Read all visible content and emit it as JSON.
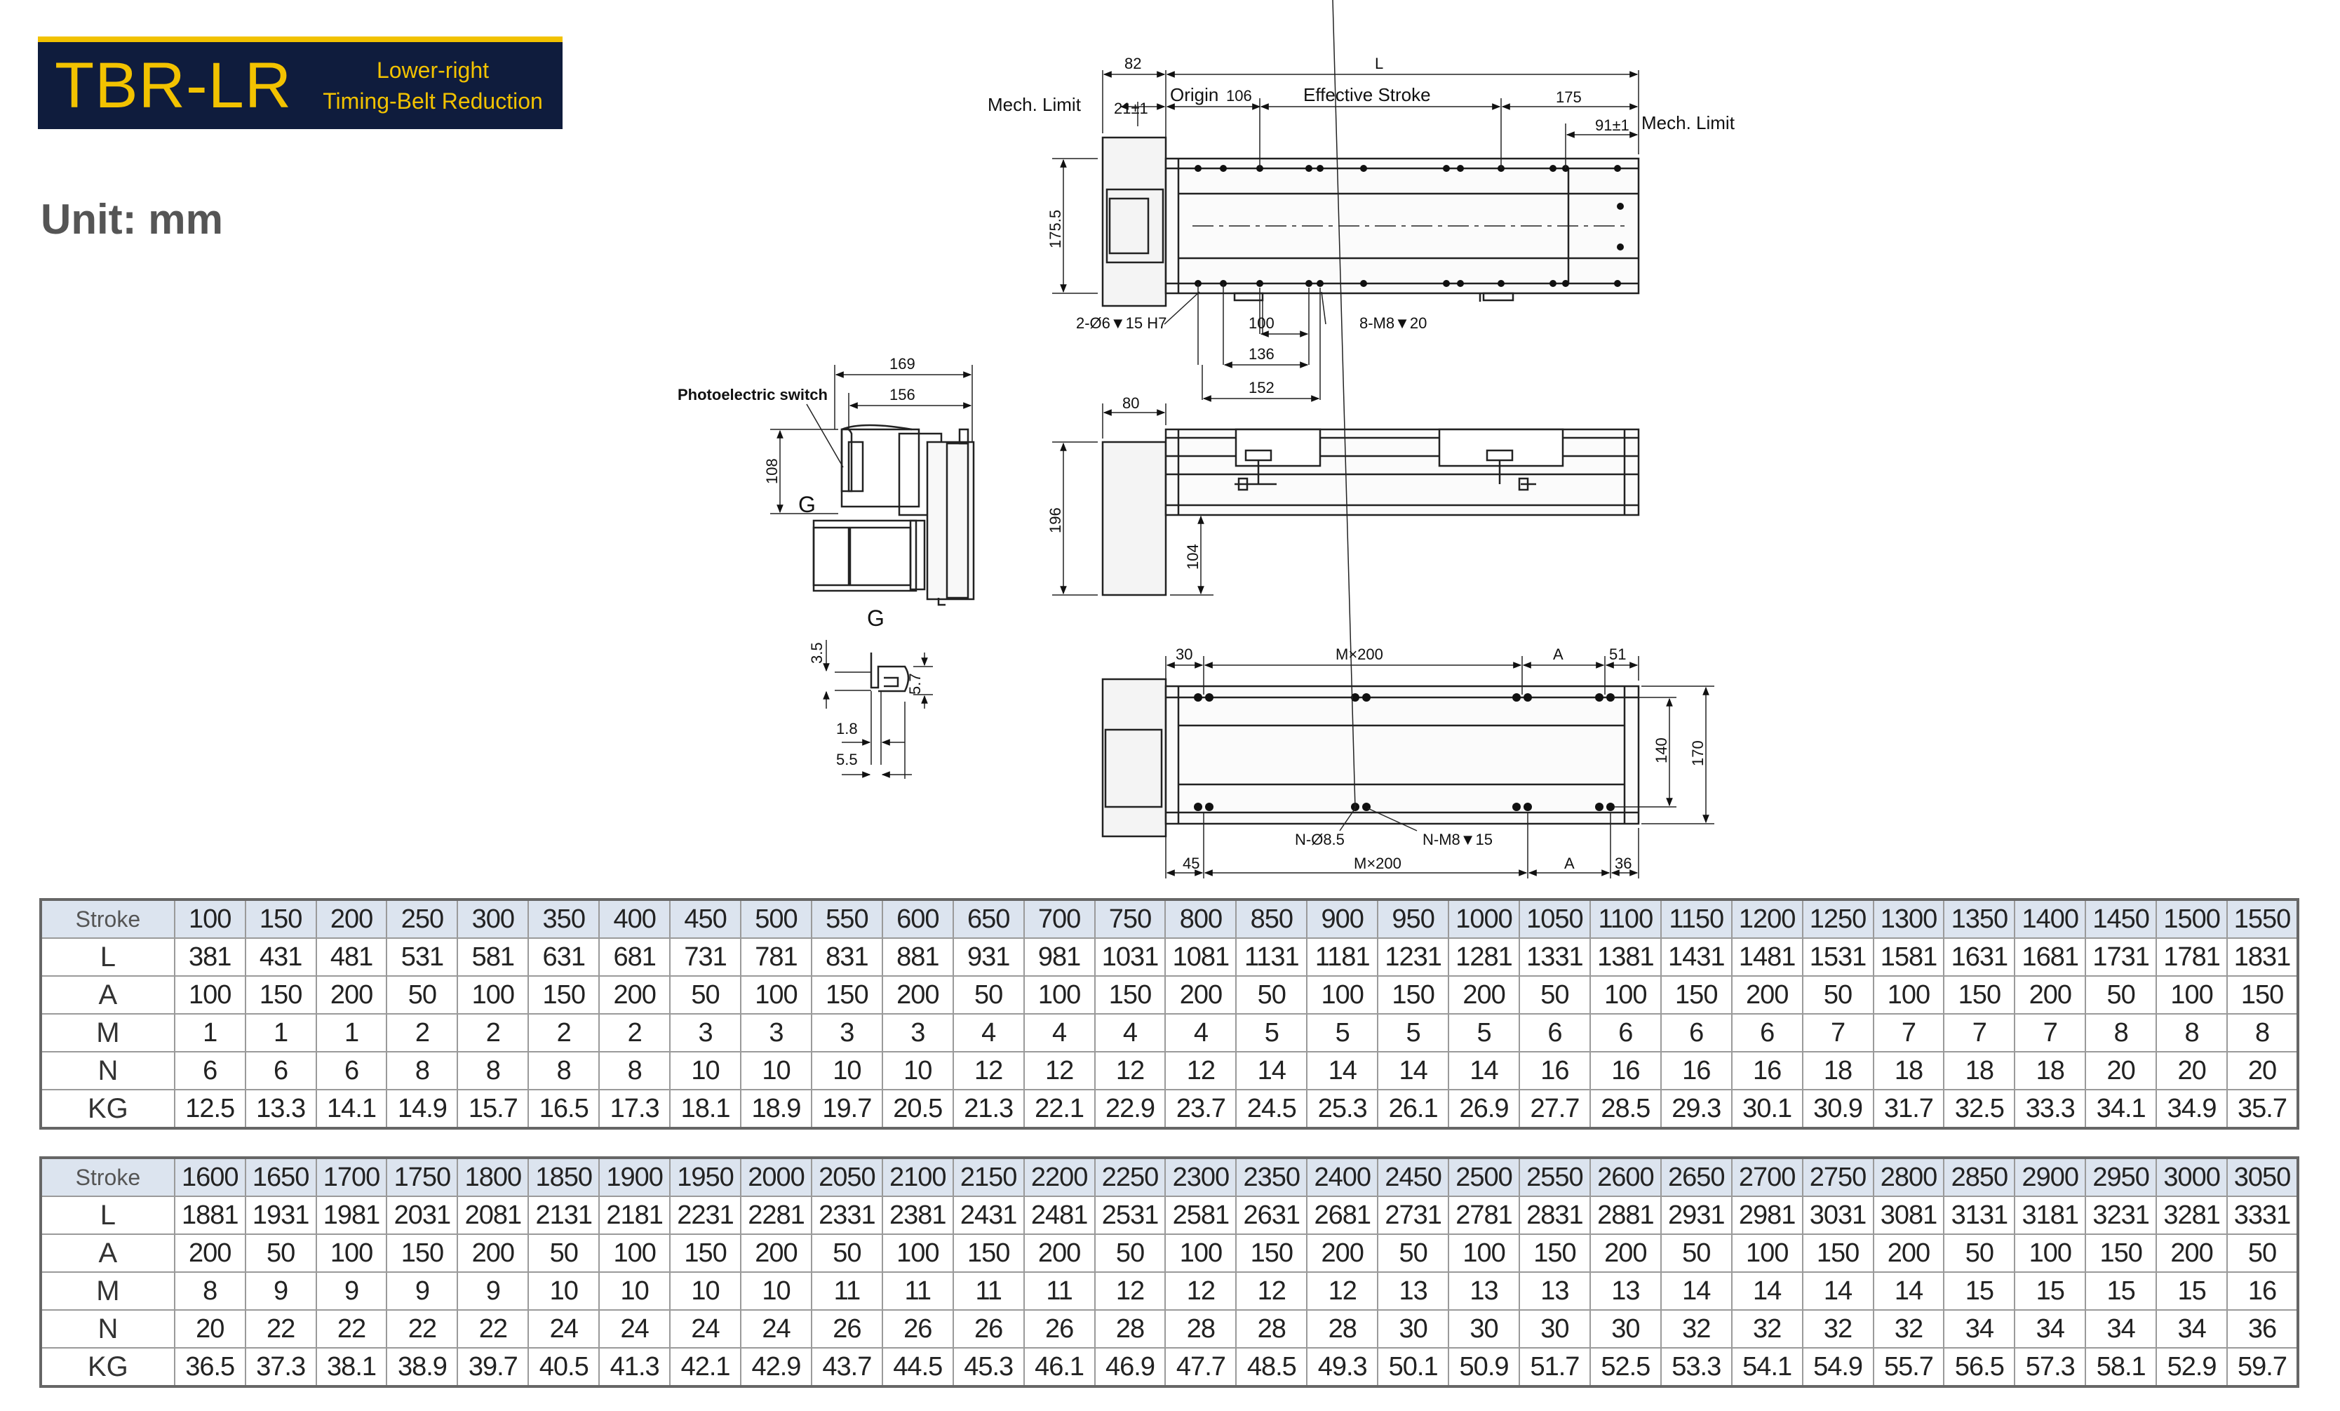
{
  "header": {
    "title": "TBR-LR",
    "subtitle_line1": "Lower-right",
    "subtitle_line2": "Timing-Belt Reduction",
    "unit": "Unit: mm"
  },
  "drawing": {
    "top_view": {
      "dim_82": "82",
      "dim_L": "L",
      "mech_limit_left": "Mech. Limit",
      "dim_21": "21±1",
      "origin": "Origin",
      "dim_106": "106",
      "effective_stroke": "Effective Stroke",
      "dim_175": "175",
      "dim_91": "91±1",
      "mech_limit_right": "Mech. Limit",
      "dim_175_5": "175.5",
      "pin_holes": "2-Ø6▼15 H7",
      "dim_100": "100",
      "tap_holes": "8-M8▼20",
      "dim_136": "136",
      "dim_152": "152"
    },
    "side_view": {
      "photoelectric_switch": "Photoelectric switch",
      "dim_169": "169",
      "dim_156": "156",
      "dim_108": "108",
      "label_g1": "G",
      "label_g2": "G",
      "dim_80": "80",
      "dim_196": "196",
      "dim_104": "104"
    },
    "detail_g": {
      "dim_3_5": "3.5",
      "dim_5_7": "5.7",
      "dim_1_8": "1.8",
      "dim_5_5": "5.5"
    },
    "bottom_view": {
      "dim_30": "30",
      "dim_mx200_top": "M×200",
      "dim_A_top": "A",
      "dim_51": "51",
      "dim_140": "140",
      "dim_170": "170",
      "holes_n_d": "N-Ø8.5",
      "holes_n_m": "N-M8▼15",
      "dim_45": "45",
      "dim_mx200_bottom": "M×200",
      "dim_A_bottom": "A",
      "dim_36": "36"
    }
  },
  "spec_tables": [
    {
      "row_labels": [
        "Stroke",
        "L",
        "A",
        "M",
        "N",
        "KG"
      ],
      "columns": [
        [
          "100",
          "381",
          "100",
          "1",
          "6",
          "12.5"
        ],
        [
          "150",
          "431",
          "150",
          "1",
          "6",
          "13.3"
        ],
        [
          "200",
          "481",
          "200",
          "1",
          "6",
          "14.1"
        ],
        [
          "250",
          "531",
          "50",
          "2",
          "8",
          "14.9"
        ],
        [
          "300",
          "581",
          "100",
          "2",
          "8",
          "15.7"
        ],
        [
          "350",
          "631",
          "150",
          "2",
          "8",
          "16.5"
        ],
        [
          "400",
          "681",
          "200",
          "2",
          "8",
          "17.3"
        ],
        [
          "450",
          "731",
          "50",
          "3",
          "10",
          "18.1"
        ],
        [
          "500",
          "781",
          "100",
          "3",
          "10",
          "18.9"
        ],
        [
          "550",
          "831",
          "150",
          "3",
          "10",
          "19.7"
        ],
        [
          "600",
          "881",
          "200",
          "3",
          "10",
          "20.5"
        ],
        [
          "650",
          "931",
          "50",
          "4",
          "12",
          "21.3"
        ],
        [
          "700",
          "981",
          "100",
          "4",
          "12",
          "22.1"
        ],
        [
          "750",
          "1031",
          "150",
          "4",
          "12",
          "22.9"
        ],
        [
          "800",
          "1081",
          "200",
          "4",
          "12",
          "23.7"
        ],
        [
          "850",
          "1131",
          "50",
          "5",
          "14",
          "24.5"
        ],
        [
          "900",
          "1181",
          "100",
          "5",
          "14",
          "25.3"
        ],
        [
          "950",
          "1231",
          "150",
          "5",
          "14",
          "26.1"
        ],
        [
          "1000",
          "1281",
          "200",
          "5",
          "14",
          "26.9"
        ],
        [
          "1050",
          "1331",
          "50",
          "6",
          "16",
          "27.7"
        ],
        [
          "1100",
          "1381",
          "100",
          "6",
          "16",
          "28.5"
        ],
        [
          "1150",
          "1431",
          "150",
          "6",
          "16",
          "29.3"
        ],
        [
          "1200",
          "1481",
          "200",
          "6",
          "16",
          "30.1"
        ],
        [
          "1250",
          "1531",
          "50",
          "7",
          "18",
          "30.9"
        ],
        [
          "1300",
          "1581",
          "100",
          "7",
          "18",
          "31.7"
        ],
        [
          "1350",
          "1631",
          "150",
          "7",
          "18",
          "32.5"
        ],
        [
          "1400",
          "1681",
          "200",
          "7",
          "18",
          "33.3"
        ],
        [
          "1450",
          "1731",
          "50",
          "8",
          "20",
          "34.1"
        ],
        [
          "1500",
          "1781",
          "100",
          "8",
          "20",
          "34.9"
        ],
        [
          "1550",
          "1831",
          "150",
          "8",
          "20",
          "35.7"
        ]
      ]
    },
    {
      "row_labels": [
        "Stroke",
        "L",
        "A",
        "M",
        "N",
        "KG"
      ],
      "columns": [
        [
          "1600",
          "1881",
          "200",
          "8",
          "20",
          "36.5"
        ],
        [
          "1650",
          "1931",
          "50",
          "9",
          "22",
          "37.3"
        ],
        [
          "1700",
          "1981",
          "100",
          "9",
          "22",
          "38.1"
        ],
        [
          "1750",
          "2031",
          "150",
          "9",
          "22",
          "38.9"
        ],
        [
          "1800",
          "2081",
          "200",
          "9",
          "22",
          "39.7"
        ],
        [
          "1850",
          "2131",
          "50",
          "10",
          "24",
          "40.5"
        ],
        [
          "1900",
          "2181",
          "100",
          "10",
          "24",
          "41.3"
        ],
        [
          "1950",
          "2231",
          "150",
          "10",
          "24",
          "42.1"
        ],
        [
          "2000",
          "2281",
          "200",
          "10",
          "24",
          "42.9"
        ],
        [
          "2050",
          "2331",
          "50",
          "11",
          "26",
          "43.7"
        ],
        [
          "2100",
          "2381",
          "100",
          "11",
          "26",
          "44.5"
        ],
        [
          "2150",
          "2431",
          "150",
          "11",
          "26",
          "45.3"
        ],
        [
          "2200",
          "2481",
          "200",
          "11",
          "26",
          "46.1"
        ],
        [
          "2250",
          "2531",
          "50",
          "12",
          "28",
          "46.9"
        ],
        [
          "2300",
          "2581",
          "100",
          "12",
          "28",
          "47.7"
        ],
        [
          "2350",
          "2631",
          "150",
          "12",
          "28",
          "48.5"
        ],
        [
          "2400",
          "2681",
          "200",
          "12",
          "28",
          "49.3"
        ],
        [
          "2450",
          "2731",
          "50",
          "13",
          "30",
          "50.1"
        ],
        [
          "2500",
          "2781",
          "100",
          "13",
          "30",
          "50.9"
        ],
        [
          "2550",
          "2831",
          "150",
          "13",
          "30",
          "51.7"
        ],
        [
          "2600",
          "2881",
          "200",
          "13",
          "30",
          "52.5"
        ],
        [
          "2650",
          "2931",
          "50",
          "14",
          "32",
          "53.3"
        ],
        [
          "2700",
          "2981",
          "100",
          "14",
          "32",
          "54.1"
        ],
        [
          "2750",
          "3031",
          "150",
          "14",
          "32",
          "54.9"
        ],
        [
          "2800",
          "3081",
          "200",
          "14",
          "32",
          "55.7"
        ],
        [
          "2850",
          "3131",
          "50",
          "15",
          "34",
          "56.5"
        ],
        [
          "2900",
          "3181",
          "100",
          "15",
          "34",
          "57.3"
        ],
        [
          "2950",
          "3231",
          "150",
          "15",
          "34",
          "58.1"
        ],
        [
          "3000",
          "3281",
          "200",
          "15",
          "34",
          "52.9"
        ],
        [
          "3050",
          "3331",
          "50",
          "16",
          "36",
          "59.7"
        ]
      ]
    }
  ]
}
